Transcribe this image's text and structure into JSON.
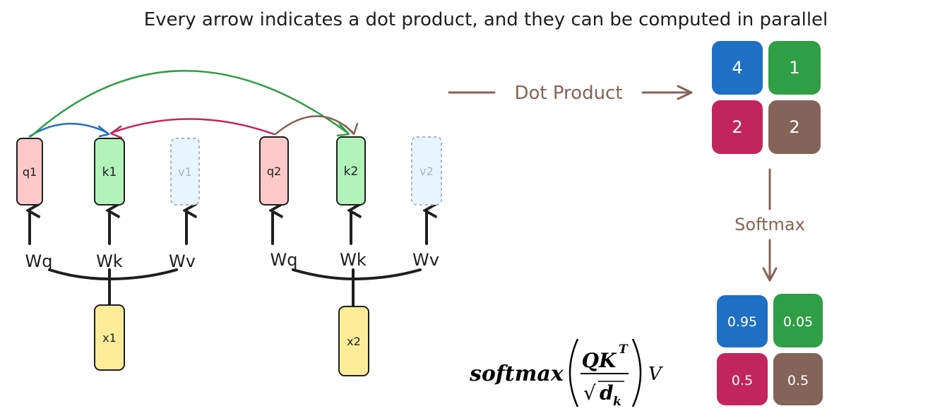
{
  "title": "Every arrow indicates a dot product, and they can be computed in parallel",
  "tokens": [
    {
      "input_label": "x1",
      "q_label": "q1",
      "k_label": "k1",
      "v_label": "v1",
      "wq_label": "Wq",
      "wk_label": "Wk",
      "wv_label": "Wv"
    },
    {
      "input_label": "x2",
      "q_label": "q2",
      "k_label": "k2",
      "v_label": "v2",
      "wq_label": "Wq",
      "wk_label": "Wk",
      "wv_label": "Wv"
    }
  ],
  "dot_product_label": "Dot Product",
  "softmax_label": "Softmax",
  "scores": [
    {
      "value": "4",
      "color": "#1f6fc5"
    },
    {
      "value": "1",
      "color": "#2f9e44"
    },
    {
      "value": "2",
      "color": "#c2255c"
    },
    {
      "value": "2",
      "color": "#846358"
    }
  ],
  "weights": [
    {
      "value": "0.95",
      "color": "#1f6fc5"
    },
    {
      "value": "0.05",
      "color": "#2f9e44"
    },
    {
      "value": "0.5",
      "color": "#c2255c"
    },
    {
      "value": "0.5",
      "color": "#846358"
    }
  ],
  "formula": {
    "fn": "softmax",
    "numerator": "QK",
    "superscript": "T",
    "radical": "√",
    "denominator": "d",
    "subscript": "k",
    "multiplier": "V"
  },
  "colors": {
    "query_fill": "#ffc9c9",
    "key_fill": "#b2f2bb",
    "value_fill": "#e7f5ff",
    "input_fill": "#ffec99",
    "stroke": "#1e1e1e",
    "brown": "#846358",
    "blue": "#1f6fc5",
    "green": "#2f9e44",
    "crimson": "#c2255c"
  }
}
